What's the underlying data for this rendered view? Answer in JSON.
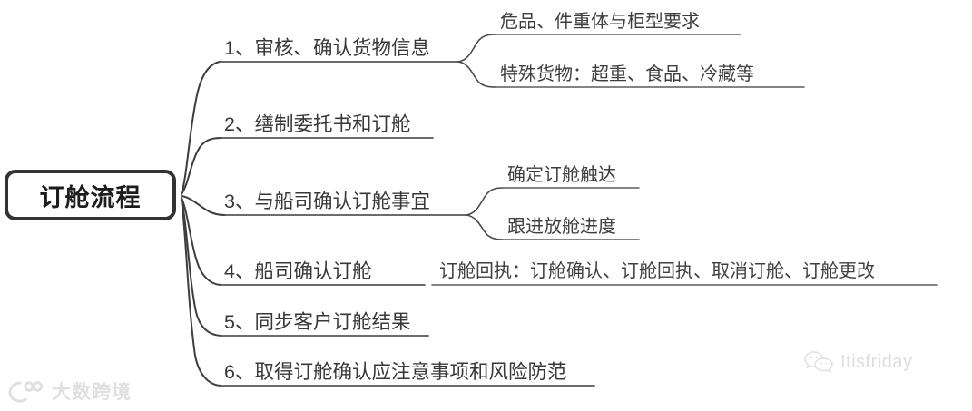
{
  "diagram": {
    "type": "mindmap",
    "title": "订舱流程",
    "root": {
      "label": "订舱流程"
    },
    "branches": [
      {
        "index": "1",
        "label": "1、审核、确认货物信息",
        "children": [
          {
            "label": "危品、件重体与柜型要求"
          },
          {
            "label": "特殊货物：超重、食品、冷藏等"
          }
        ]
      },
      {
        "index": "2",
        "label": "2、缮制委托书和订舱",
        "children": []
      },
      {
        "index": "3",
        "label": "3、与船司确认订舱事宜",
        "children": [
          {
            "label": "确定订舱触达"
          },
          {
            "label": "跟进放舱进度"
          }
        ]
      },
      {
        "index": "4",
        "label": "4、船司确认订舱",
        "children": [
          {
            "label": "订舱回执：订舱确认、订舱回执、取消订舱、订舱更改"
          }
        ]
      },
      {
        "index": "5",
        "label": "5、同步客户订舱结果",
        "children": []
      },
      {
        "index": "6",
        "label": "6、取得订舱确认应注意事项和风险防范",
        "children": []
      }
    ]
  },
  "watermarks": {
    "left": {
      "text": "大数跨境",
      "icon": "brand-logo-icon"
    },
    "right": {
      "text": "Itisfriday",
      "icon": "wechat-icon"
    }
  },
  "colors": {
    "line": "#3d3d3d",
    "text": "#3b3b3b",
    "root_border": "#333333",
    "background": "#ffffff"
  }
}
